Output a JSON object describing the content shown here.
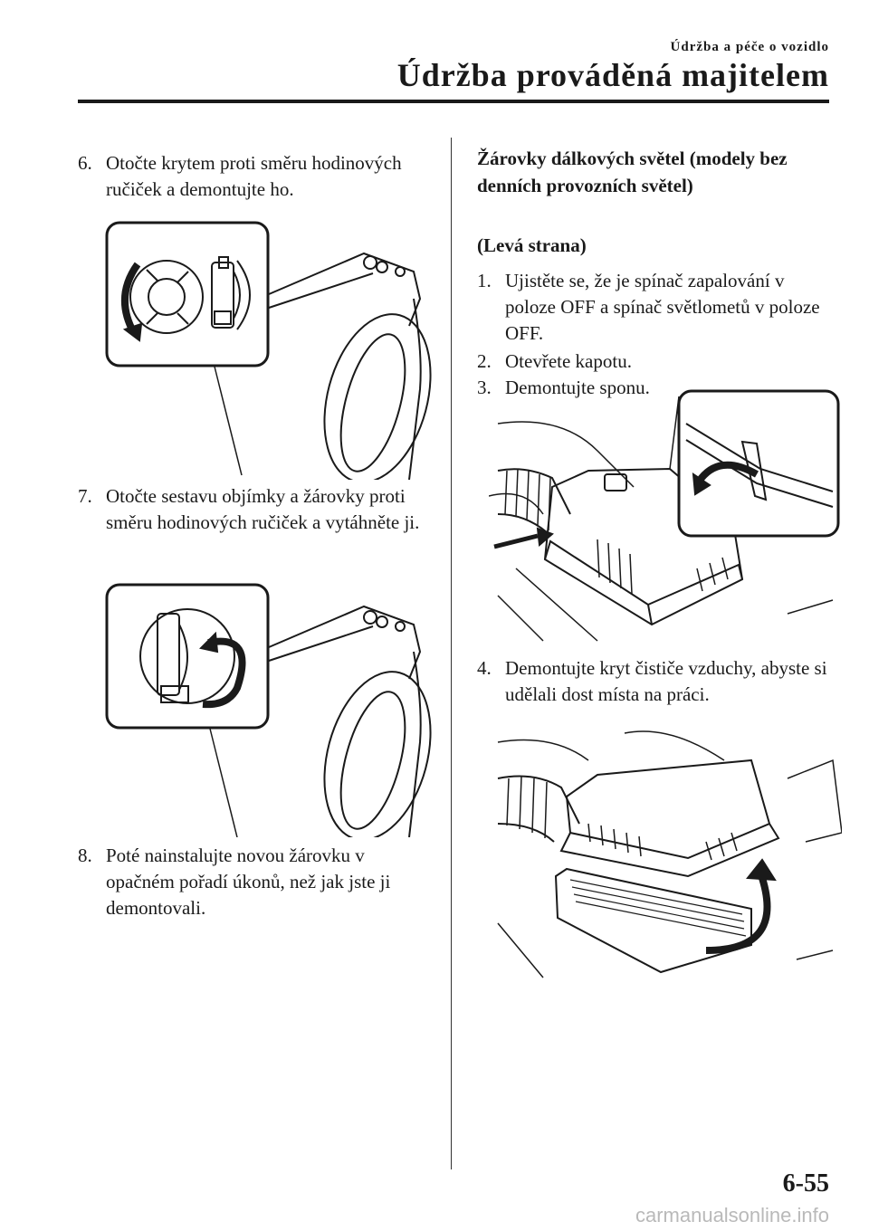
{
  "header": {
    "section": "Údržba a péče o vozidlo",
    "title": "Údržba prováděná majitelem"
  },
  "left_column": {
    "steps": [
      {
        "num": "6.",
        "text": "Otočte krytem proti směru hodinových ručiček a demontujte ho."
      },
      {
        "num": "7.",
        "text": "Otočte sestavu objímky a žárovky proti směru hodinových ručiček a vytáhněte ji."
      },
      {
        "num": "8.",
        "text": "Poté nainstalujte novou žárovku v opačném pořadí úkonů, než jak jste ji demontovali."
      }
    ]
  },
  "right_column": {
    "heading": "Žárovky dálkových světel (modely bez denních provozních světel)",
    "subheading": "(Levá strana)",
    "steps": [
      {
        "num": "1.",
        "text": "Ujistěte se, že je spínač zapalování v poloze OFF a spínač světlometů v poloze OFF."
      },
      {
        "num": "2.",
        "text": "Otevřete kapotu."
      },
      {
        "num": "3.",
        "text": "Demontujte sponu."
      },
      {
        "num": "4.",
        "text": "Demontujte kryt čističe vzduchy, abyste si udělali dost místa na práci."
      }
    ]
  },
  "footer": {
    "page_number": "6-55",
    "watermark": "carmanualsonline.info"
  }
}
